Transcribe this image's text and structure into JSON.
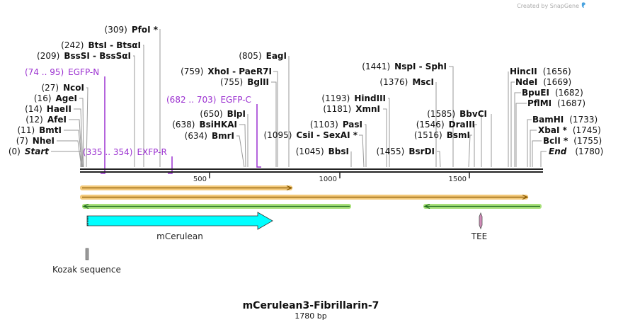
{
  "watermark": "Created by SnapGene",
  "plasmid": {
    "name": "mCerulean3-Fibrillarin-7",
    "size": "1780 bp"
  },
  "ruler": {
    "ticks": [
      "500",
      "1000",
      "1500"
    ]
  },
  "sites_left": [
    {
      "pos": "(0)",
      "name": "Start",
      "italic": true
    },
    {
      "pos": "(7)",
      "name": "NheI"
    },
    {
      "pos": "(11)",
      "name": "BmtI"
    },
    {
      "pos": "(12)",
      "name": "AfeI"
    },
    {
      "pos": "(14)",
      "name": "HaeII"
    },
    {
      "pos": "(16)",
      "name": "AgeI"
    },
    {
      "pos": "(27)",
      "name": "NcoI"
    },
    {
      "pos": "(209)",
      "name": "BssSI  -  BssSαI"
    },
    {
      "pos": "(242)",
      "name": "BtsI  -  BtsαI"
    },
    {
      "pos": "(309)",
      "name": "PfoI *"
    }
  ],
  "sites_mid": [
    {
      "pos": "(634)",
      "name": "BmrI"
    },
    {
      "pos": "(638)",
      "name": "BsiHKAI"
    },
    {
      "pos": "(650)",
      "name": "BlpI"
    },
    {
      "pos": "(755)",
      "name": "BglII"
    },
    {
      "pos": "(759)",
      "name": "XhoI  -  PaeR7I"
    },
    {
      "pos": "(805)",
      "name": "EagI"
    },
    {
      "pos": "(1045)",
      "name": "BbsI"
    },
    {
      "pos": "(1095)",
      "name": "CsiI  -  SexAI *"
    },
    {
      "pos": "(1103)",
      "name": "PasI"
    },
    {
      "pos": "(1181)",
      "name": "XmnI"
    },
    {
      "pos": "(1193)",
      "name": "HindIII"
    },
    {
      "pos": "(1376)",
      "name": "MscI"
    },
    {
      "pos": "(1441)",
      "name": "NspI  -  SphI"
    },
    {
      "pos": "(1455)",
      "name": "BsrDI"
    },
    {
      "pos": "(1516)",
      "name": "BsmI"
    },
    {
      "pos": "(1546)",
      "name": "DraIII"
    },
    {
      "pos": "(1585)",
      "name": "BbvCI"
    }
  ],
  "sites_right": [
    {
      "name": "HincII",
      "pos": "(1656)"
    },
    {
      "name": "NdeI",
      "pos": "(1669)"
    },
    {
      "name": "BpuEI",
      "pos": "(1682)"
    },
    {
      "name": "PflMI",
      "pos": "(1687)"
    },
    {
      "name": "BamHI",
      "pos": "(1733)"
    },
    {
      "name": "XbaI *",
      "pos": "(1745)"
    },
    {
      "name": "BclI *",
      "pos": "(1755)"
    },
    {
      "name": "End",
      "pos": "(1780)",
      "italic": true
    }
  ],
  "primers": [
    {
      "range": "(74 .. 95)",
      "name": "EGFP-N"
    },
    {
      "range": "(335 .. 354)",
      "name": "EXFP-R"
    },
    {
      "range": "(682 .. 703)",
      "name": "EGFP-C"
    }
  ],
  "features": {
    "mcerulean": "mCerulean",
    "tee": "TEE",
    "kozak": "Kozak sequence"
  },
  "colors": {
    "backbone": "#222222",
    "site_line": "#999999",
    "primer": "#9b30d0",
    "orf_orange": "#f3c97a",
    "orf_arrow_dark": "#8a5a00",
    "orf_green": "#a8e07a",
    "orf_green_arrow": "#1f6b1f",
    "mcerulean": "#00ffff",
    "tee": "#d08ab8",
    "kozak": "#9a9a9a",
    "watermark_logo": "#4aa3df"
  }
}
